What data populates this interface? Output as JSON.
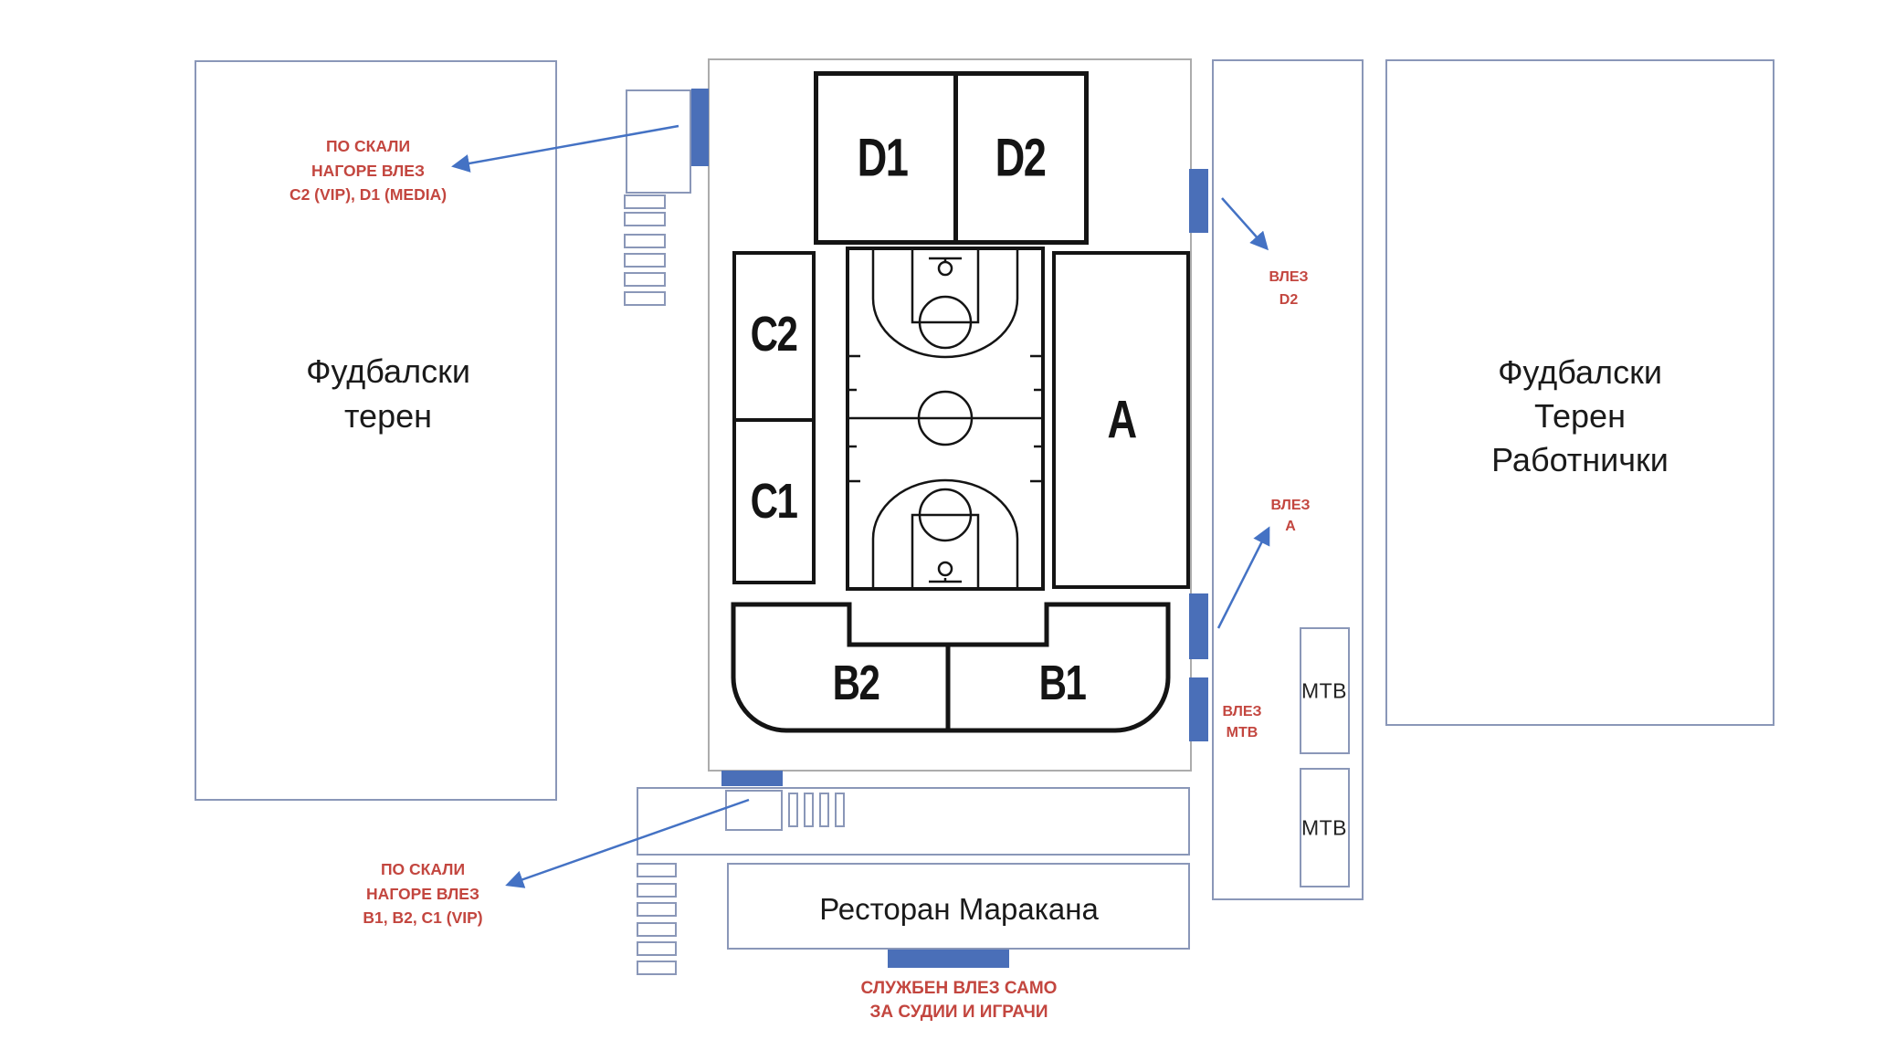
{
  "colors": {
    "annotation_red": "#C3463F",
    "entrance_blue": "#4A6FB8",
    "arrow_blue": "#4472C4",
    "outline_blue_gray": "#8A97B8",
    "section_black": "#141414"
  },
  "left_field": {
    "line1": "Фудбалски",
    "line2": "терен"
  },
  "right_field": {
    "line1": "Фудбалски",
    "line2": "Терен",
    "line3": "Работнички"
  },
  "stands": {
    "d1": "D1",
    "d2": "D2",
    "c2": "C2",
    "c1": "C1",
    "a": "A",
    "b2": "B2",
    "b1": "B1"
  },
  "mtb": {
    "box1": "MTB",
    "box2": "MTB"
  },
  "restaurant": {
    "label": "Ресторан Маракана"
  },
  "notes": {
    "top_stairs": {
      "l1": "ПО СКАЛИ",
      "l2": "НАГОРЕ ВЛЕЗ",
      "l3": "C2 (VIP), D1 (MEDIA)"
    },
    "bottom_stairs": {
      "l1": "ПО СКАЛИ",
      "l2": "НАГОРЕ ВЛЕЗ",
      "l3": "B1, B2, C1 (VIP)"
    },
    "entrance_d2": {
      "l1": "ВЛЕЗ",
      "l2": "D2"
    },
    "entrance_a": {
      "l1": "ВЛЕЗ",
      "l2": "A"
    },
    "entrance_mtb": {
      "l1": "ВЛЕЗ",
      "l2": "MTB"
    },
    "service_entrance": {
      "l1": "СЛУЖБЕН ВЛЕЗ САМО",
      "l2": "ЗА СУДИИ И ИГРАЧИ"
    }
  }
}
